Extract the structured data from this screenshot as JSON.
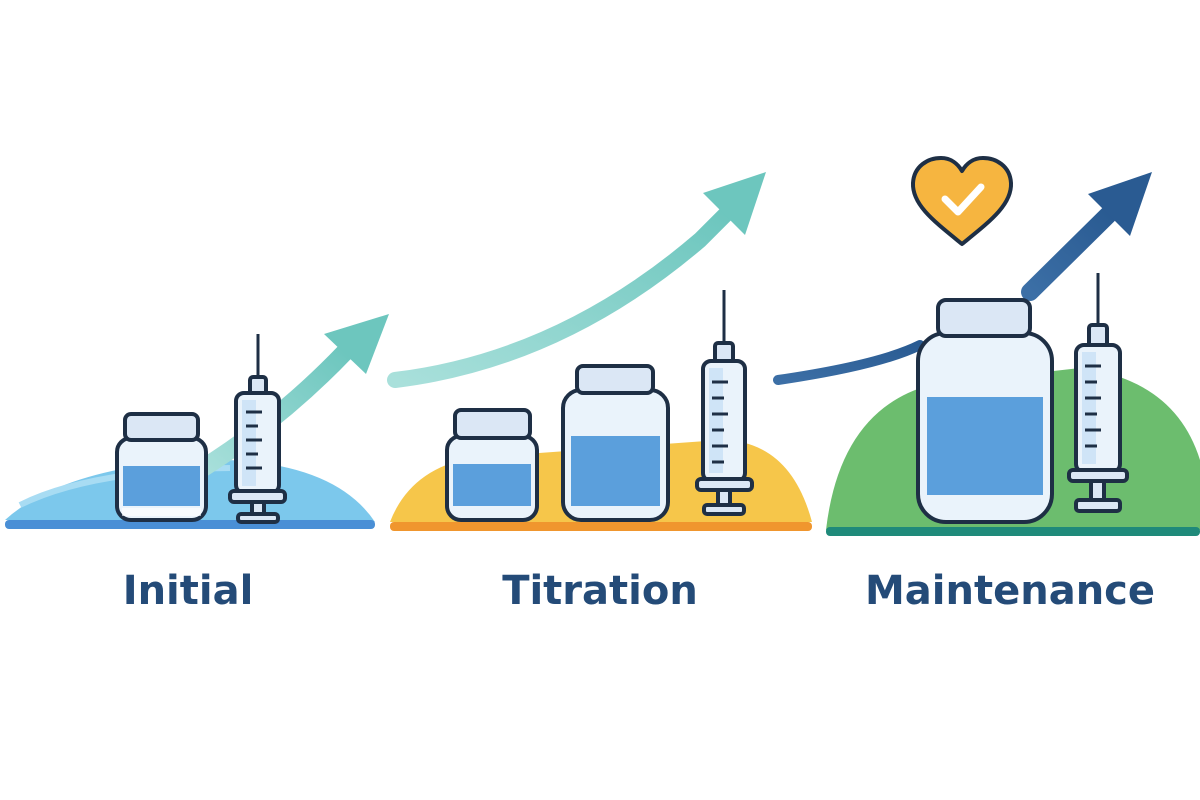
{
  "stages": [
    {
      "label": "Initial",
      "ground_color": "#7cc8ec",
      "line_color": "#4a8fd6"
    },
    {
      "label": "Titration",
      "ground_color": "#f6c64a",
      "line_color": "#f0962e"
    },
    {
      "label": "Maintenance",
      "ground_color": "#6cbd6e",
      "line_color": "#1f8a7a"
    }
  ],
  "colors": {
    "outline": "#1e2f45",
    "liquid": "#5b9fdc",
    "glass": "#eaf3fb",
    "cap": "#dbe7f5",
    "arrow_teal": "#7ecfc8",
    "arrow_navy": "#2f5f96",
    "heart": "#f6b540"
  },
  "icons": [
    "vial-icon",
    "syringe-icon",
    "trend-arrow-icon",
    "heart-check-icon"
  ]
}
